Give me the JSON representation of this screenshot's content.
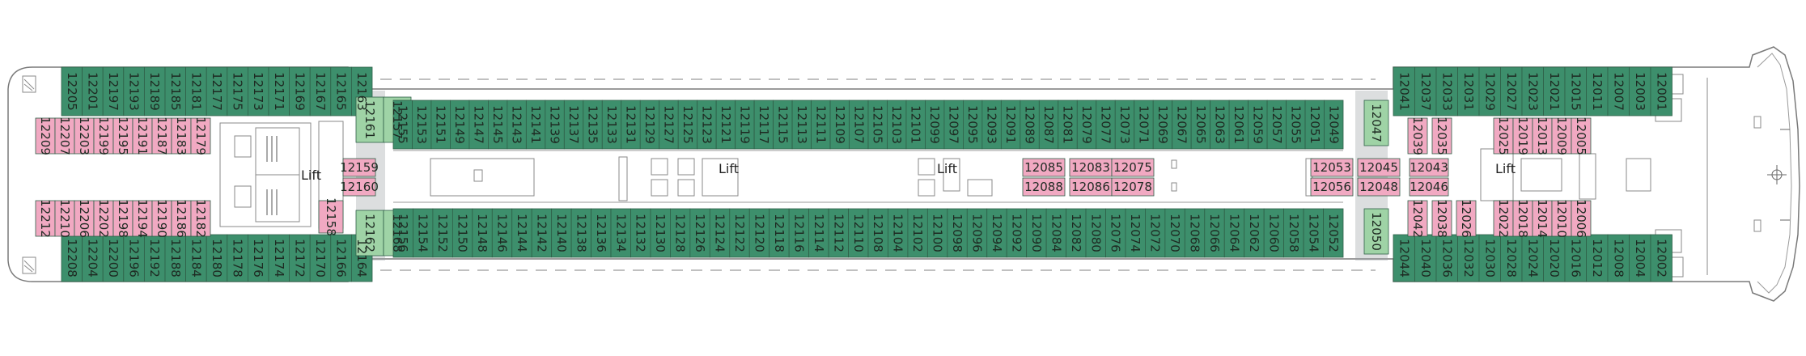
{
  "deck": {
    "colors": {
      "standard_cabin": "#3d8f6c",
      "suite_cabin": "#f1a9c2",
      "light_cabin": "#9fd3a6",
      "hull_line": "#7a7a7a",
      "structure_line": "#9a9a9a"
    },
    "lift_label": "Lift",
    "lift_markers": [
      "Lift",
      "Lift",
      "Lift",
      "Lift"
    ],
    "aft_top_row": [
      "12205",
      "12201",
      "12197",
      "12193",
      "12189",
      "12185",
      "12181",
      "12177",
      "12175",
      "12173",
      "12171",
      "12169",
      "12167",
      "12165",
      "12163"
    ],
    "aft_bottom_row": [
      "12208",
      "12204",
      "12200",
      "12196",
      "12192",
      "12188",
      "12184",
      "12180",
      "12178",
      "12176",
      "12174",
      "12172",
      "12170",
      "12166",
      "12164"
    ],
    "aft_inner_top": [
      "12209",
      "12207",
      "12203",
      "12199",
      "12195",
      "12191",
      "12187",
      "12183",
      "12179"
    ],
    "aft_inner_bottom": [
      "12212",
      "12210",
      "12206",
      "12202",
      "12198",
      "12194",
      "12190",
      "12186",
      "12182"
    ],
    "side_light_top": [
      "12161",
      "12157"
    ],
    "side_light_bottom": [
      "12162",
      "12168"
    ],
    "mid_pink_aft": [
      "12159",
      "12160",
      "12158"
    ],
    "upper_corridor": [
      "12155",
      "12153",
      "12151",
      "12149",
      "12147",
      "12145",
      "12143",
      "12141",
      "12139",
      "12137",
      "12135",
      "12133",
      "12131",
      "12129",
      "12127",
      "12125",
      "12123",
      "12121",
      "12119",
      "12117",
      "12115",
      "12113",
      "12111",
      "12109",
      "12107",
      "12105",
      "12103",
      "12101",
      "12099",
      "12097",
      "12095",
      "12093",
      "12091",
      "12089",
      "12087",
      "12081",
      "12079",
      "12077",
      "12073",
      "12071",
      "12069",
      "12067",
      "12065",
      "12063",
      "12061",
      "12059",
      "12057",
      "12055",
      "12051",
      "12049"
    ],
    "lower_corridor": [
      "12156",
      "12154",
      "12152",
      "12150",
      "12148",
      "12146",
      "12144",
      "12142",
      "12140",
      "12138",
      "12136",
      "12134",
      "12132",
      "12130",
      "12128",
      "12126",
      "12124",
      "12122",
      "12120",
      "12118",
      "12116",
      "12114",
      "12112",
      "12110",
      "12108",
      "12104",
      "12102",
      "12100",
      "12098",
      "12096",
      "12094",
      "12092",
      "12090",
      "12084",
      "12082",
      "12080",
      "12076",
      "12074",
      "12072",
      "12070",
      "12068",
      "12066",
      "12064",
      "12062",
      "12060",
      "12058",
      "12054",
      "12052"
    ],
    "center_pink": [
      "12085",
      "12088",
      "12083",
      "12086",
      "12075",
      "12078",
      "12053",
      "12056",
      "12045",
      "12048"
    ],
    "fwd_light": [
      "12047",
      "12050"
    ],
    "fwd_top_row": [
      "12041",
      "12037",
      "12033",
      "12031",
      "12029",
      "12027",
      "12023",
      "12021",
      "12015",
      "12011",
      "12007",
      "12003",
      "12001"
    ],
    "fwd_bottom_row": [
      "12044",
      "12040",
      "12036",
      "12032",
      "12030",
      "12028",
      "12024",
      "12020",
      "12016",
      "12012",
      "12008",
      "12004",
      "12002"
    ],
    "fwd_pink_top": [
      "12039",
      "12035",
      "12025",
      "12019",
      "12013",
      "12009",
      "12005"
    ],
    "fwd_pink_mid": [
      "12043",
      "12046"
    ],
    "fwd_pink_bottom": [
      "12042",
      "12038",
      "12026",
      "12022",
      "12018",
      "12014",
      "12010",
      "12006"
    ]
  }
}
